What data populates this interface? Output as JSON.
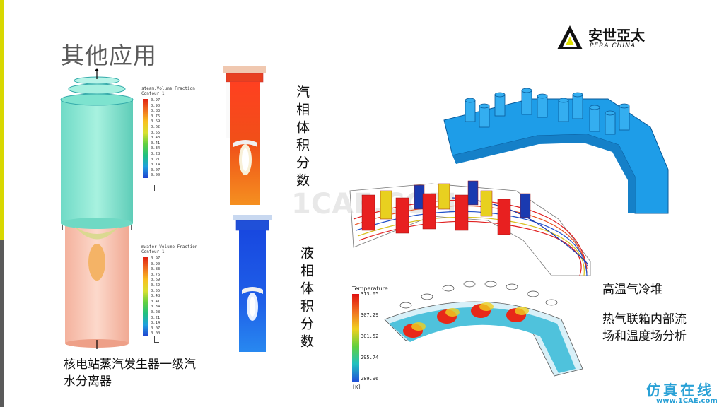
{
  "slide": {
    "title": "其他应用",
    "logo": {
      "brand": "安世亞太",
      "sub": "PERA CHINA"
    },
    "watermark": "1CAE.COM"
  },
  "left_figure": {
    "caption_line1": "核电站蒸汽发生器一级汽",
    "caption_line2": "水分离器"
  },
  "steam_panel": {
    "legend_title_1": "steam.Volume Fraction",
    "legend_title_2": "Contour 1",
    "ticks": [
      "0.97",
      "0.90",
      "0.83",
      "0.76",
      "0.69",
      "0.62",
      "0.55",
      "0.48",
      "0.41",
      "0.34",
      "0.28",
      "0.21",
      "0.14",
      "0.07",
      "0.00"
    ],
    "label": "汽相体积分数"
  },
  "water_panel": {
    "legend_title_1": "mwater.Volume Fraction",
    "legend_title_2": "Contour 1",
    "ticks": [
      "0.97",
      "0.90",
      "0.83",
      "0.76",
      "0.69",
      "0.62",
      "0.55",
      "0.48",
      "0.41",
      "0.34",
      "0.28",
      "0.21",
      "0.14",
      "0.07",
      "0.00"
    ],
    "label": "液相体积分数"
  },
  "right_figure": {
    "temperature_title": "Temperature",
    "temperature_ticks": [
      "313.05",
      "307.29",
      "301.52",
      "295.74",
      "289.96"
    ],
    "temperature_unit": "[K]",
    "label_1": "高温气冷堆",
    "label_2_line1": "热气联箱内部流",
    "label_2_line2": "场和温度场分析"
  },
  "footer": {
    "site_cn": "仿真在线",
    "site_url": "www.1CAE.com"
  }
}
